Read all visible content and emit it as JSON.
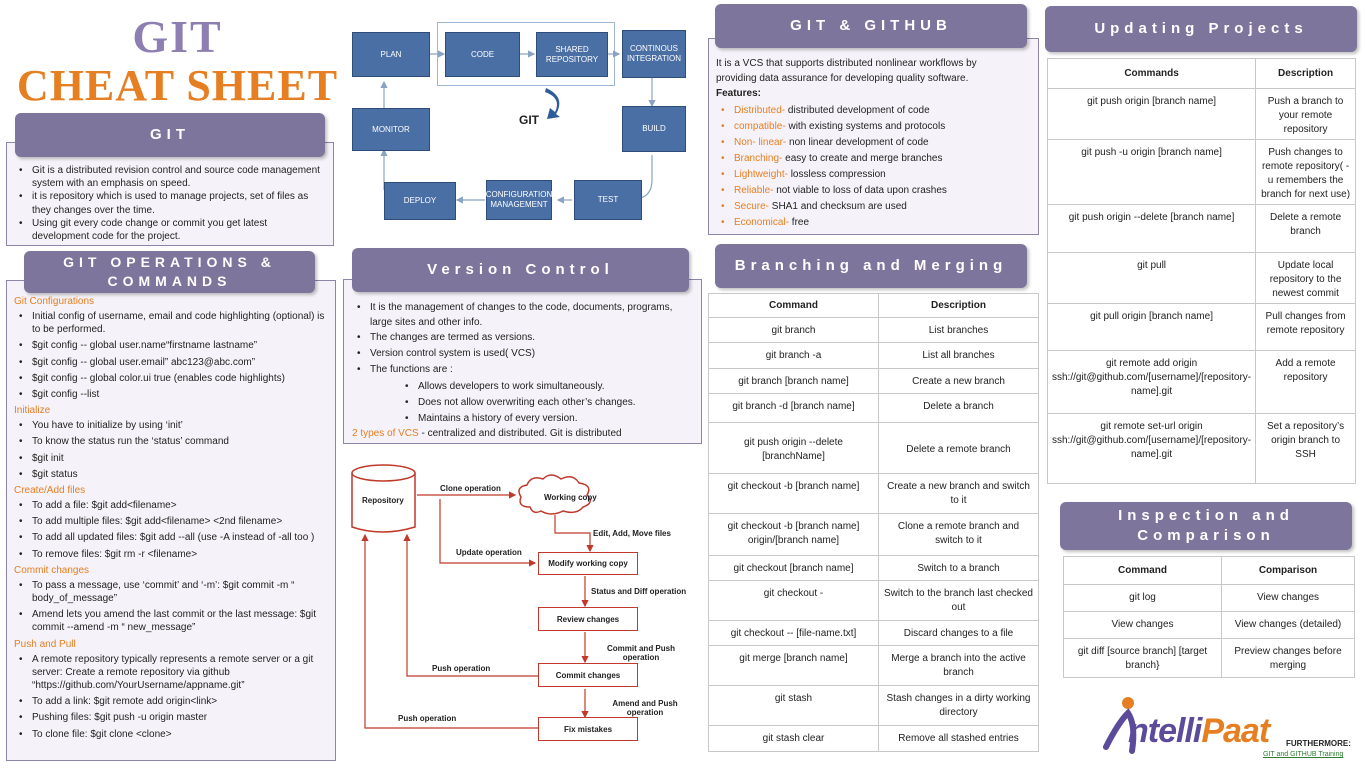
{
  "title": {
    "line1": "GIT",
    "line2": "CHEAT SHEET"
  },
  "colors": {
    "header_bg": "#7d759b",
    "title_purple": "#8e7fb3",
    "title_orange": "#e67e22",
    "box_blue": "#4a6fa5",
    "flow_red": "#c0392b"
  },
  "git": {
    "header": "GIT",
    "items": [
      "Git is a distributed revision control and source code management system with an emphasis on speed.",
      "it is repository which is used to manage projects, set of files as they changes over the time.",
      "Using git every code change or commit you get latest development code for the project."
    ]
  },
  "ops": {
    "header": "GIT OPERATIONS & COMMANDS",
    "sections": [
      {
        "title": "Git Configurations",
        "items": [
          "Initial config of username, email and code highlighting (optional) is to be performed.",
          "$git config -- global user.name“firstname lastname”",
          "$git config -- global user.email” abc123@abc.com”",
          "$git config -- global color.ui true (enables code highlights)",
          "$git config --list"
        ]
      },
      {
        "title": "Initialize",
        "items": [
          "You have to initialize by using ‘init’",
          "To know the status run the ‘status’ command",
          "$git init",
          "$git status"
        ]
      },
      {
        "title": "Create/Add files",
        "items": [
          "To add a file: $git add<filename>",
          "To add multiple files: $git add<filename> <2nd filename>",
          "To add all updated files: $git add --all (use -A instead of -all too )",
          "To remove files: $git rm -r <filename>"
        ]
      },
      {
        "title": "Commit changes",
        "items": [
          "To pass a message, use ‘commit’ and ‘-m’: $git commit -m “ body_of_message”",
          "Amend lets you amend the last commit or the last message: $git commit --amend -m “ new_message”"
        ]
      },
      {
        "title": "Push and Pull",
        "items": [
          "A remote repository typically represents a remote server or a git server: Create a remote repository via github “https://github.com/YourUsername/appname.git”",
          "To add a link: $git remote add origin<link>",
          "Pushing files: $git push -u origin master",
          "To clone file: $git clone <clone>"
        ]
      }
    ]
  },
  "cycle": {
    "plan": "PLAN",
    "code": "CODE",
    "shared_repo": "SHARED REPOSITORY",
    "ci": "CONTINOUS INTEGRATION",
    "monitor": "MONITOR",
    "build": "BUILD",
    "deploy": "DEPLOY",
    "config_mgmt": "CONFIGURATION MANAGEMENT",
    "test": "TEST",
    "center": "GIT"
  },
  "vc": {
    "header": "Version Control",
    "items": [
      "It is the management of changes to the code, documents, programs, large sites and other info.",
      "The changes are termed as versions.",
      "Version control system is used( VCS)",
      "The functions are :"
    ],
    "subitems": [
      "Allows developers to work simultaneously.",
      "Does not allow overwriting each other’s changes.",
      "Maintains a history of every version."
    ],
    "types_label": "2 types of VCS",
    "types_text": " - centralized and distributed. Git is distributed"
  },
  "flow": {
    "repository": "Repository",
    "working_copy": "Working copy",
    "modify": "Modify working copy",
    "review": "Review changes",
    "commit": "Commit changes",
    "fix": "Fix mistakes",
    "clone_op": "Clone operation",
    "update_op": "Update operation",
    "edit_op": "Edit, Add, Move files",
    "status_op": "Status and Diff operation",
    "commit_push": "Commit and Push operation",
    "push_op1": "Push operation",
    "amend_push": "Amend and Push operation",
    "push_op2": "Push operation"
  },
  "github": {
    "header": "GIT & GITHUB",
    "intro": "It is a VCS that supports distributed nonlinear workflows by providing data assurance for developing quality software.",
    "features_label": "Features:",
    "features": [
      {
        "k": "Distributed-",
        "v": " distributed development of code"
      },
      {
        "k": "compatible-",
        "v": " with existing systems and protocols"
      },
      {
        "k": "Non- linear-",
        "v": "  non linear development of code"
      },
      {
        "k": "Branching-",
        "v": " easy to create and merge branches"
      },
      {
        "k": "Lightweight-",
        "v": " lossless compression"
      },
      {
        "k": "Reliable-",
        "v": " not viable to loss of data upon crashes"
      },
      {
        "k": "Secure-",
        "v": " SHA1 and checksum are used"
      },
      {
        "k": "Economical-",
        "v": " free"
      }
    ]
  },
  "branching": {
    "header": "Branching and Merging",
    "col1": "Command",
    "col2": "Description",
    "rows": [
      [
        "git branch",
        "List branches"
      ],
      [
        "git branch -a",
        "List all branches"
      ],
      [
        "git branch [branch name]",
        "Create a new branch"
      ],
      [
        "git branch -d [branch name]",
        "Delete a branch"
      ],
      [
        "git push origin --delete [branchName]",
        "Delete a remote branch"
      ],
      [
        "git checkout -b [branch name]",
        "Create a new branch and switch to it"
      ],
      [
        "git checkout -b [branch name] origin/[branch name]",
        "Clone a remote branch and switch to it"
      ],
      [
        "git checkout [branch name]",
        "Switch to a branch"
      ],
      [
        "git checkout -",
        "Switch to the branch last checked out"
      ],
      [
        "git checkout -- [file-name.txt]",
        "Discard changes to a file"
      ],
      [
        "git merge [branch name]",
        "Merge a branch into the active branch"
      ],
      [
        "git stash",
        "Stash changes in a dirty working directory"
      ],
      [
        "git stash clear",
        "Remove all stashed entries"
      ]
    ]
  },
  "updating": {
    "header": "Updating Projects",
    "col1": "Commands",
    "col2": "Description",
    "rows": [
      [
        "git push origin [branch name]",
        "Push a branch to your remote repository"
      ],
      [
        "git push -u origin [branch name]",
        "Push changes to remote repository( -u remembers the branch for next use)"
      ],
      [
        "git push origin --delete [branch name]",
        "Delete a remote branch"
      ],
      [
        "git pull",
        "Update local repository to the newest commit"
      ],
      [
        "git pull origin [branch name]",
        "Pull changes from remote repository"
      ],
      [
        "git remote add origin ssh://git@github.com/[username]/[repository-name].git",
        "Add a remote repository"
      ],
      [
        "git remote set-url origin ssh://git@github.com/[username]/[repository-name].git",
        "Set a repository’s origin branch to SSH"
      ]
    ]
  },
  "inspection": {
    "header": "Inspection and Comparison",
    "col1": "Command",
    "col2": "Comparison",
    "rows": [
      [
        "git log",
        "View changes"
      ],
      [
        "View changes",
        "View changes (detailed)"
      ],
      [
        "git diff [source branch] [target branch}",
        "Preview changes before merging"
      ]
    ]
  },
  "footer": {
    "logo_i": "I",
    "logo_ntelli": "ntelli",
    "logo_paat": "Paat",
    "furthermore": "FURTHERMORE:",
    "link": "GIT and GITHUB Training"
  }
}
